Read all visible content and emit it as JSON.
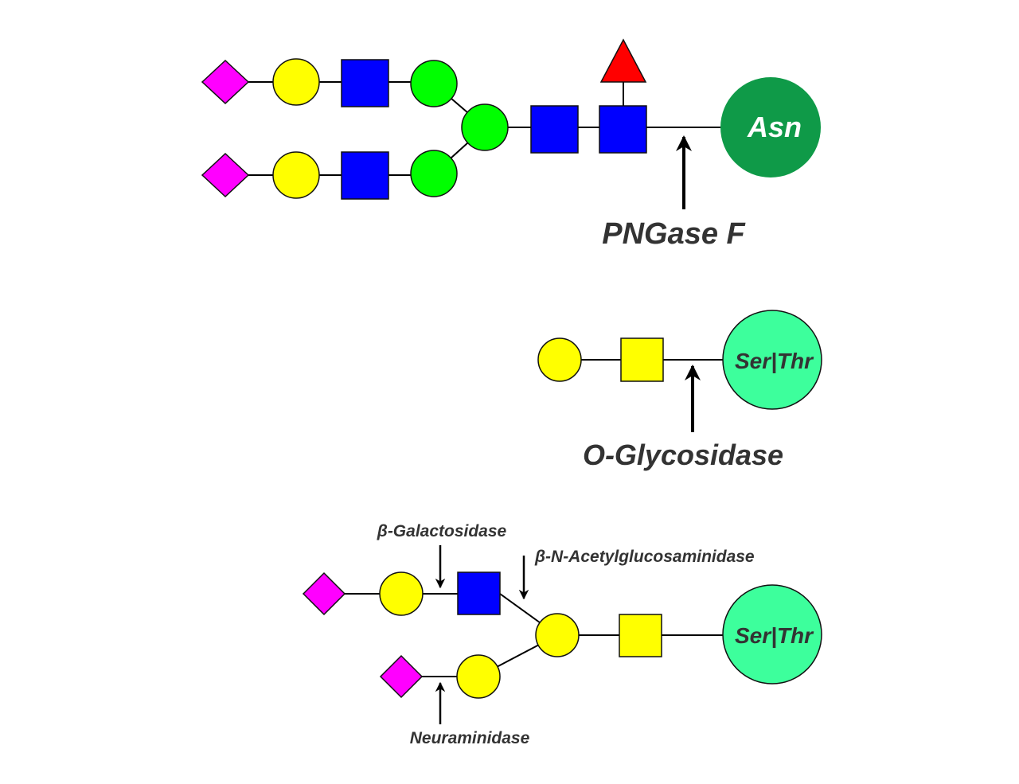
{
  "colors": {
    "sialic_acid": "#ff00ff",
    "galactose": "#ffff00",
    "glcnac": "#0000ff",
    "mannose": "#00ff00",
    "fucose": "#ff0000",
    "galnac": "#ffff00",
    "asn": "#0f9a48",
    "ser_thr": "#3dff9c",
    "text": "#333333"
  },
  "n_glycan": {
    "residue_label": "Asn",
    "enzyme_label": "PNGase F"
  },
  "o_glycan_core1": {
    "residue_label": "Ser|Thr",
    "enzyme_label": "O-Glycosidase"
  },
  "o_glycan_extended": {
    "residue_label": "Ser|Thr",
    "enzymes": {
      "galactosidase": "β-Galactosidase",
      "acetylglucosaminidase": "β-N-Acetylglucosaminidase",
      "neuraminidase": "Neuraminidase"
    }
  }
}
